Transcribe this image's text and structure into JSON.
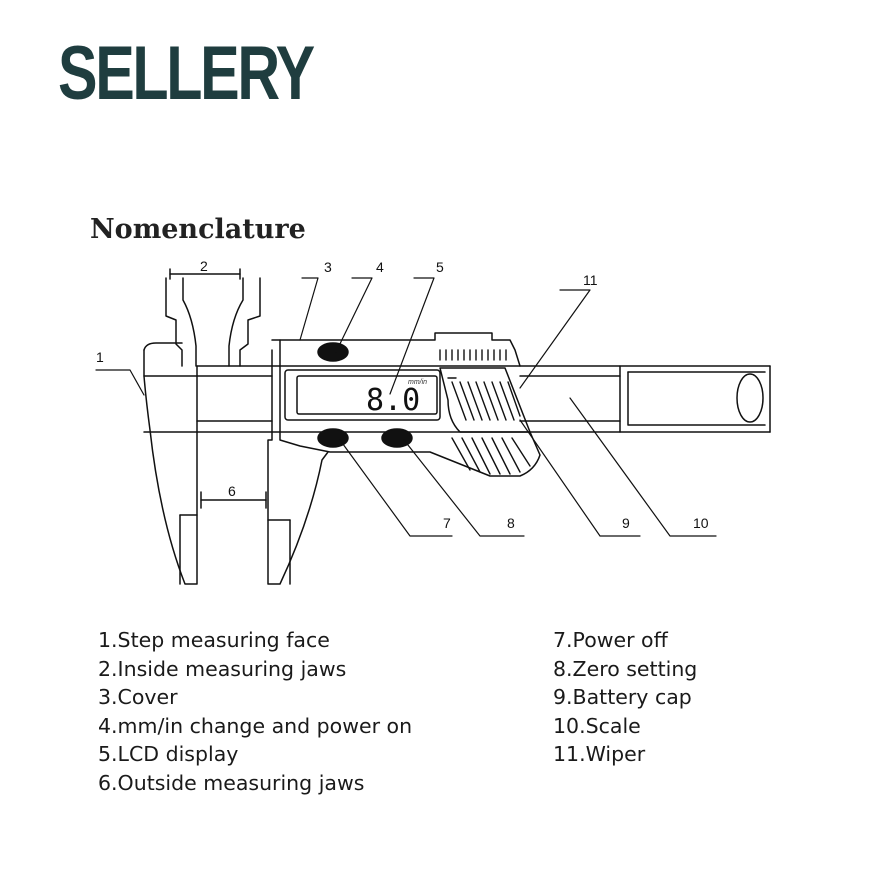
{
  "brand": "SELLERY",
  "heading": "Nomenclature",
  "lcd": {
    "reading": "8.0",
    "unit": "mm/in"
  },
  "callouts": [
    "1",
    "2",
    "3",
    "4",
    "5",
    "6",
    "7",
    "8",
    "9",
    "10",
    "11"
  ],
  "legend_left": [
    "1.Step measuring face",
    "2.Inside measuring jaws",
    "3.Cover",
    "4.mm/in change and power on",
    "5.LCD display",
    "6.Outside measuring jaws"
  ],
  "legend_right": [
    "7.Power off",
    "8.Zero setting",
    "9.Battery cap",
    "10.Scale",
    "11.Wiper"
  ]
}
